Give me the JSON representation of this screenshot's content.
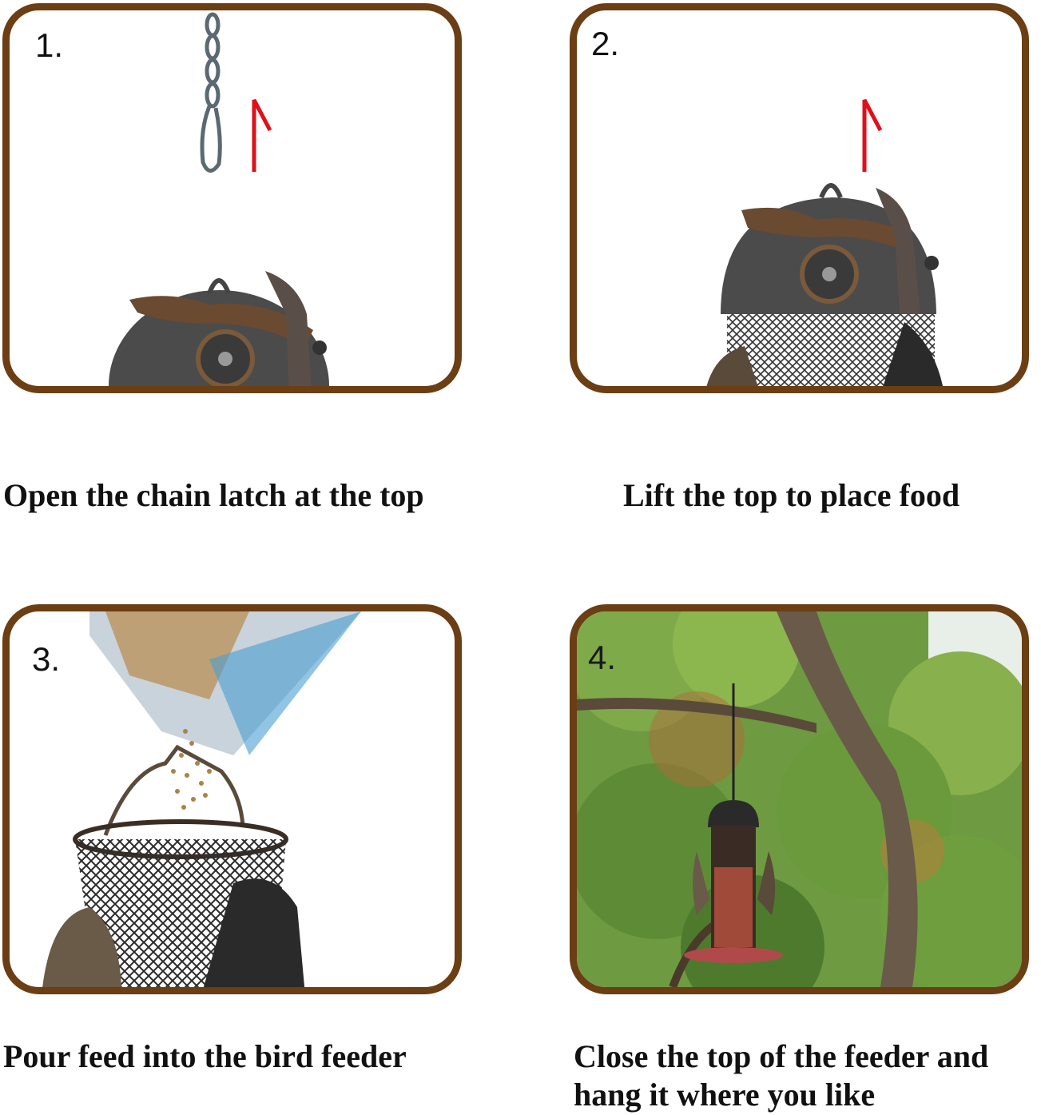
{
  "steps": [
    {
      "number": "1.",
      "caption": "Open the chain latch at the top"
    },
    {
      "number": "2.",
      "caption": "Lift the top to place food"
    },
    {
      "number": "3.",
      "caption": "Pour feed into the bird feeder"
    },
    {
      "number": "4.",
      "caption_line1": "Close the top of the feeder and",
      "caption_line2": "hang it where you like"
    }
  ],
  "colors": {
    "frame": "#6b3e13",
    "arrow": "#e0101a",
    "owl_metal": "#4a4a4a",
    "owl_bronze": "#8a5a2a"
  }
}
